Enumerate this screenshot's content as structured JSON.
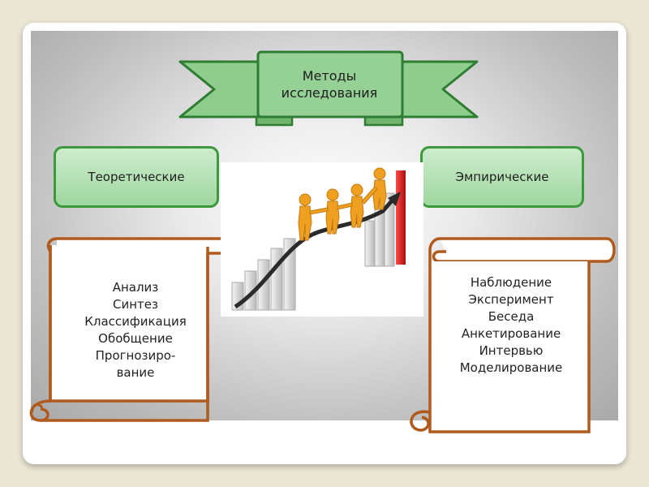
{
  "ribbon": {
    "title_lines": [
      "Методы",
      "исследования"
    ]
  },
  "categories": {
    "theoretical": "Теоретические",
    "empirical": "Эмпирические"
  },
  "theoretical_methods": [
    "Анализ",
    "Синтез",
    "Классификация",
    "Обобщение",
    "Прогнозиро-",
    "вание"
  ],
  "empirical_methods": [
    "Наблюдение",
    "Эксперимент",
    "Беседа",
    "Анкетирование",
    "Интервью",
    "Моделирование"
  ],
  "colors": {
    "ribbon_fill": "#8fcd8f",
    "ribbon_border": "#2e7d32",
    "box_border": "#3c9a3c",
    "scroll_border": "#b05a1e",
    "bar_red": "#d42020"
  },
  "illustration": {
    "subject": "people climbing stair bars with arrow"
  }
}
